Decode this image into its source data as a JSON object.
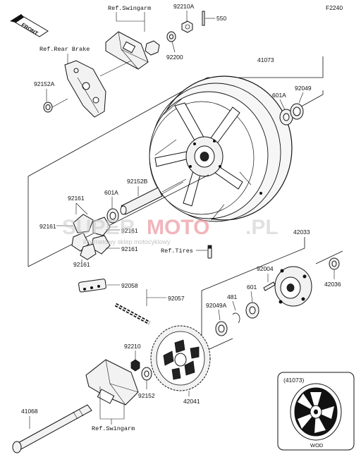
{
  "diagram_code": "F2240",
  "front_label": "FRONT",
  "refs": {
    "swingarm_top": "Ref.Swingarm",
    "rear_brake": "Ref.Rear Brake",
    "tires": "Ref.Tires",
    "swingarm_bottom": "Ref.Swingarm"
  },
  "parts": {
    "p92210A": "92210A",
    "p550": "550",
    "p92200": "92200",
    "p41073": "41073",
    "p92152A": "92152A",
    "p601A_top": "601A",
    "p92049": "92049",
    "p92152B": "92152B",
    "p92161_a": "92161",
    "p92161_b": "92161",
    "p92161_c": "92161",
    "p92161_d": "92161",
    "p92161_e": "92161",
    "p601A_mid": "601A",
    "p42033": "42033",
    "p92004": "92004",
    "p42036": "42036",
    "p481": "481",
    "p601": "601",
    "p92049A": "92049A",
    "p92058": "92058",
    "p92057": "92057",
    "p92210": "92210",
    "p92152": "92152",
    "p42041": "42041",
    "p41068": "41068"
  },
  "inset": {
    "title": "(41073)",
    "caption": "WOD"
  },
  "watermark": {
    "brand_left": "SUPER",
    "brand_right": "MOTO",
    "brand_suffix": ".PL",
    "tagline": "internetowy sklep motocyklowy"
  }
}
